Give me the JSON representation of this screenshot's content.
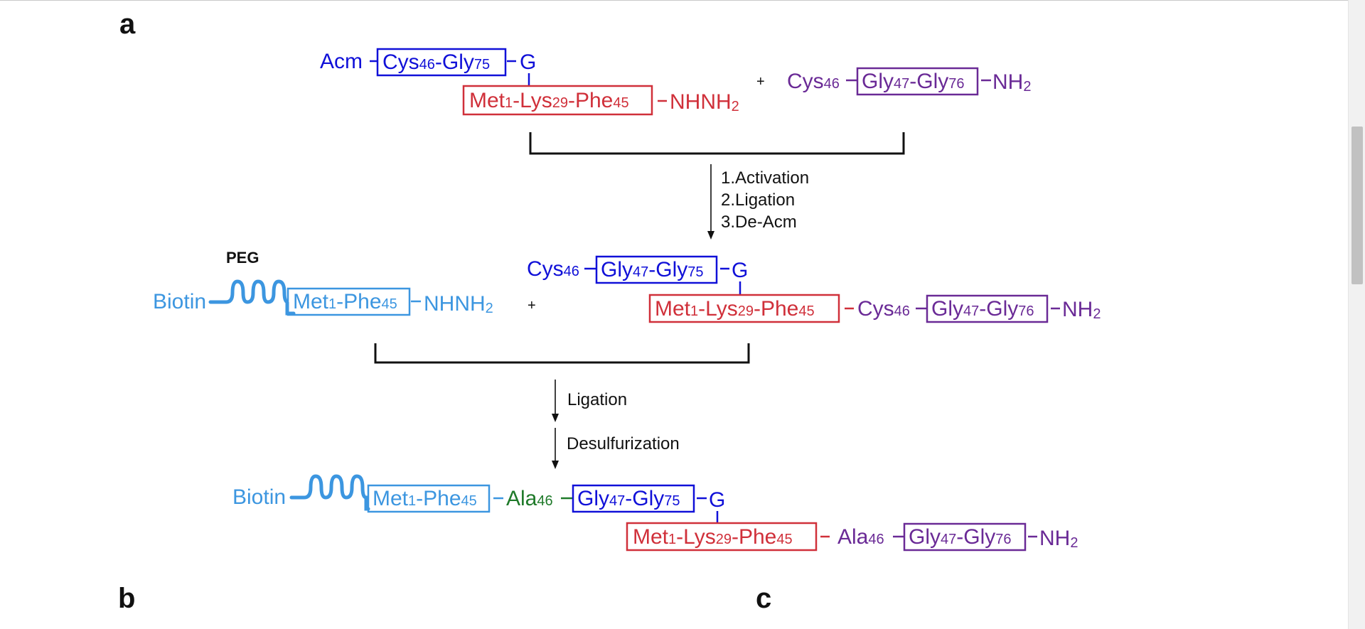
{
  "colors": {
    "blue": "#1010d8",
    "red": "#d0303a",
    "purple": "#6a2a96",
    "lightblue": "#3c96e0",
    "green": "#1f7a2a",
    "black": "#111111"
  },
  "panel_labels": {
    "a": "a",
    "b": "b",
    "c": "c"
  },
  "row1": {
    "acm": "Acm",
    "box_blue": [
      [
        "Cys",
        "46",
        "-Gly",
        "75"
      ]
    ],
    "g": "G",
    "box_red": [
      [
        "Met",
        "1",
        "-Lys",
        "29",
        "-Phe",
        "45"
      ]
    ],
    "nhnh2": [
      "NHNH",
      "2"
    ],
    "plus": "+",
    "purple_cys": [
      "Cys",
      "46"
    ],
    "box_purple": [
      [
        "Gly",
        "47",
        "-Gly",
        "76"
      ]
    ],
    "nh2": [
      "NH",
      "2"
    ]
  },
  "step1": [
    "1.Activation",
    "2.Ligation",
    "3.De-Acm"
  ],
  "row2": {
    "peg": "PEG",
    "biotin": "Biotin",
    "box_lightblue": [
      [
        "Met",
        "1",
        "-Phe",
        "45"
      ]
    ],
    "nhnh2": [
      "NHNH",
      "2"
    ],
    "plus": "+",
    "cys": [
      "Cys",
      "46"
    ],
    "box_blue": [
      [
        "Gly",
        "47",
        "-Gly",
        "75"
      ]
    ],
    "g": "G",
    "box_red": [
      [
        "Met",
        "1",
        "-Lys",
        "29",
        "-Phe",
        "45"
      ]
    ],
    "purple_cys": [
      "Cys",
      "46"
    ],
    "box_purple": [
      [
        "Gly",
        "47",
        "-Gly",
        "76"
      ]
    ],
    "nh2": [
      "NH",
      "2"
    ]
  },
  "step2": "Ligation",
  "step3": "Desulfurization",
  "row3": {
    "biotin": "Biotin",
    "box_lightblue": [
      [
        "Met",
        "1",
        "-Phe",
        "45"
      ]
    ],
    "ala_green": [
      "Ala",
      "46"
    ],
    "box_blue": [
      [
        "Gly",
        "47",
        "-Gly",
        "75"
      ]
    ],
    "g": "G",
    "box_red": [
      [
        "Met",
        "1",
        "-Lys",
        "29",
        "-Phe",
        "45"
      ]
    ],
    "ala_purple": [
      "Ala",
      "46"
    ],
    "box_purple": [
      [
        "Gly",
        "47",
        "-Gly",
        "76"
      ]
    ],
    "nh2": [
      "NH",
      "2"
    ]
  }
}
